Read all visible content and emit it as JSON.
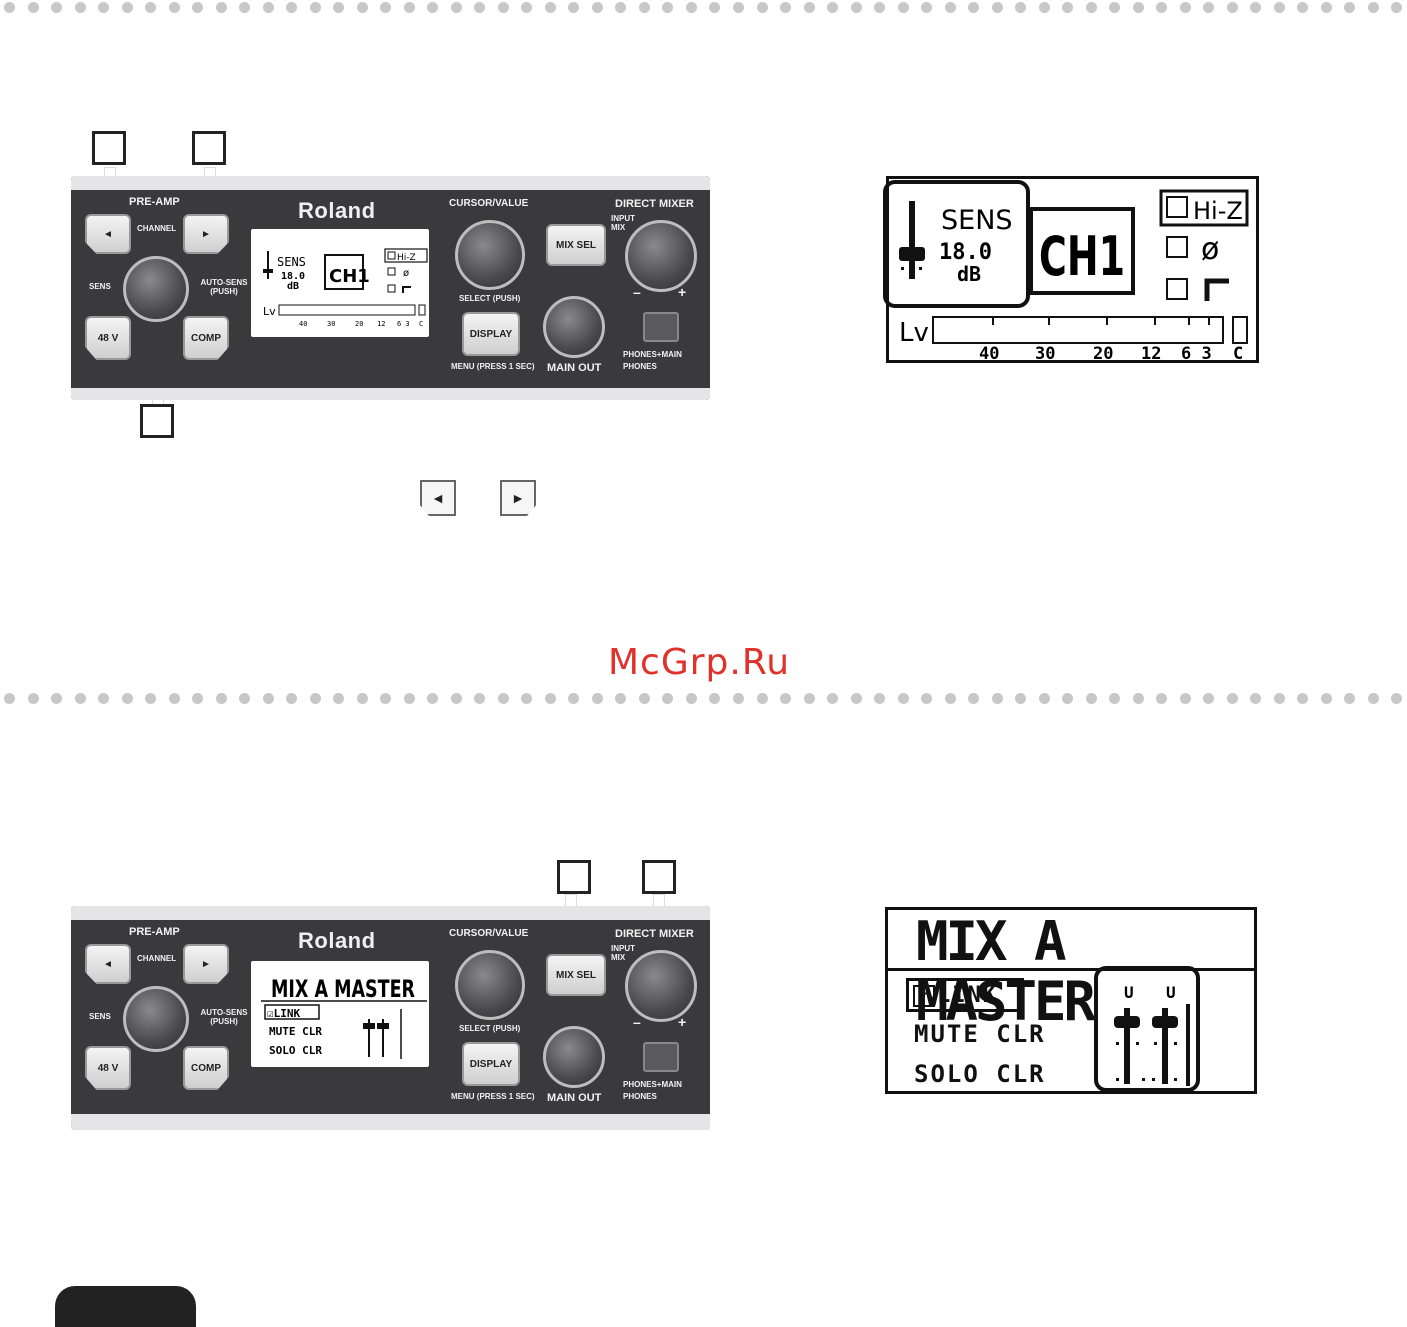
{
  "panel": {
    "preamp_label": "PRE-AMP",
    "channel_label": "CHANNEL",
    "brand": "Roland",
    "cursor_value_label": "CURSOR/VALUE",
    "direct_mixer_label": "DIRECT MIXER",
    "input_mix_label": "INPUT MIX",
    "sens_label": "SENS",
    "auto_sens_label": "AUTO-SENS (PUSH)",
    "select_push_label": "SELECT (PUSH)",
    "mix_sel_label": "MIX SEL",
    "display_label": "DISPLAY",
    "menu_label": "MENU (PRESS 1 SEC)",
    "main_out_label": "MAIN OUT",
    "phones_main_label": "PHONES+MAIN",
    "phones_label": "PHONES",
    "v48_label": "48 V",
    "comp_label": "COMP",
    "minus": "–",
    "plus": "+",
    "left_arrow": "◄",
    "right_arrow": "►"
  },
  "lcd1": {
    "sens": "SENS",
    "value": "18.0",
    "unit": "dB",
    "channel": "CH1",
    "hiz": "Hi-Z",
    "phase_icon": "ø",
    "lv": "Lv",
    "scale": [
      "40",
      "30",
      "20",
      "12",
      "6",
      "3",
      "C"
    ]
  },
  "lcd2": {
    "title": "MIX A MASTER",
    "link": "LINK",
    "mute": "MUTE CLR",
    "solo": "SOLO CLR",
    "fader_top": [
      "U",
      "U"
    ]
  },
  "watermark": "McGrp.Ru"
}
